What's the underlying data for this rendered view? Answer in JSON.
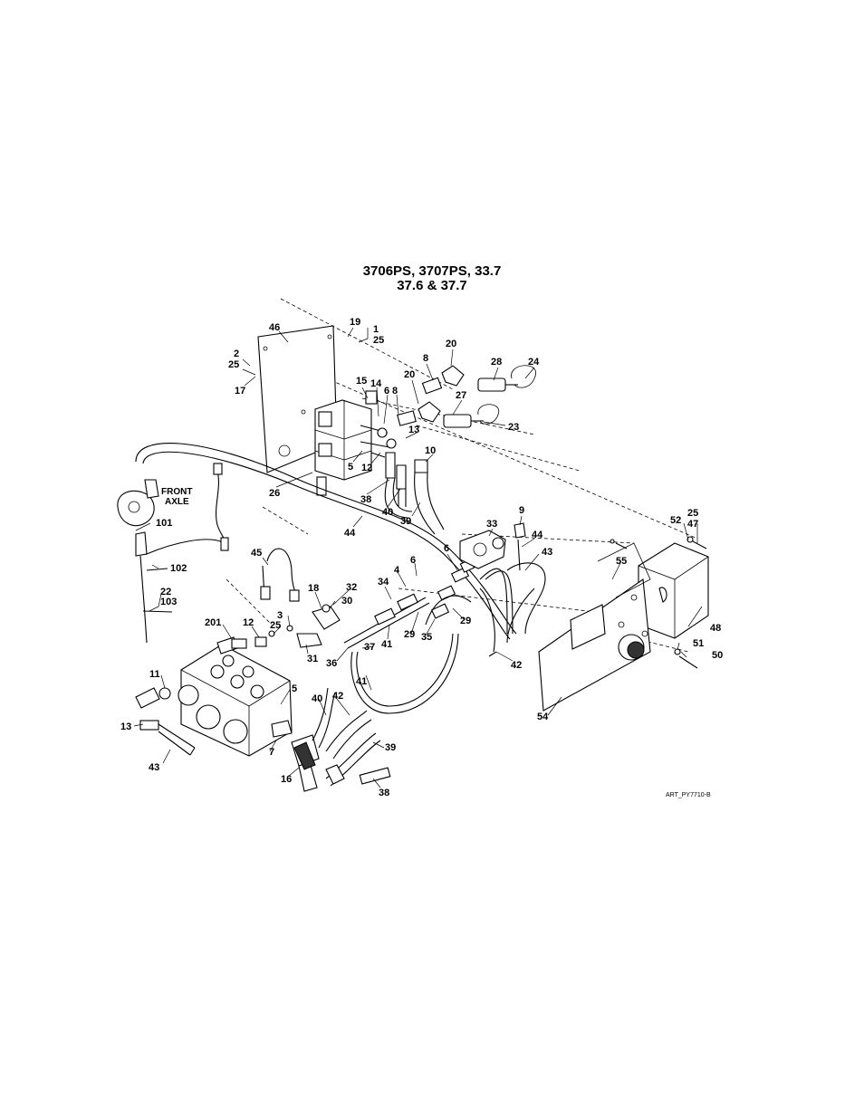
{
  "title": {
    "line1": "3706PS, 3707PS, 33.7",
    "line2": "37.6 & 37.7"
  },
  "art_code": "ART_PY7710-B",
  "front_axle": {
    "line1": "FRONT",
    "line2": "AXLE"
  },
  "callouts": [
    {
      "id": "c46",
      "text": "46"
    },
    {
      "id": "c19",
      "text": "19"
    },
    {
      "id": "c1",
      "text": "1"
    },
    {
      "id": "c25a",
      "text": "25"
    },
    {
      "id": "c20a",
      "text": "20"
    },
    {
      "id": "c2",
      "text": "2"
    },
    {
      "id": "c25b",
      "text": "25"
    },
    {
      "id": "c8a",
      "text": "8"
    },
    {
      "id": "c28",
      "text": "28"
    },
    {
      "id": "c24",
      "text": "24"
    },
    {
      "id": "c17",
      "text": "17"
    },
    {
      "id": "c15",
      "text": "15"
    },
    {
      "id": "c20b",
      "text": "20"
    },
    {
      "id": "c14",
      "text": "14"
    },
    {
      "id": "c6a",
      "text": "6"
    },
    {
      "id": "c8b",
      "text": "8"
    },
    {
      "id": "c27",
      "text": "27"
    },
    {
      "id": "c13a",
      "text": "13"
    },
    {
      "id": "c23",
      "text": "23"
    },
    {
      "id": "c10",
      "text": "10"
    },
    {
      "id": "c5a",
      "text": "5"
    },
    {
      "id": "c12a",
      "text": "12"
    },
    {
      "id": "c26",
      "text": "26"
    },
    {
      "id": "c38a",
      "text": "38"
    },
    {
      "id": "c40a",
      "text": "40"
    },
    {
      "id": "c39a",
      "text": "39"
    },
    {
      "id": "c44a",
      "text": "44"
    },
    {
      "id": "c9",
      "text": "9"
    },
    {
      "id": "c33",
      "text": "33"
    },
    {
      "id": "c44b",
      "text": "44"
    },
    {
      "id": "c25c",
      "text": "25"
    },
    {
      "id": "c52",
      "text": "52"
    },
    {
      "id": "c47",
      "text": "47"
    },
    {
      "id": "c101",
      "text": "101"
    },
    {
      "id": "c45",
      "text": "45"
    },
    {
      "id": "c6b",
      "text": "6"
    },
    {
      "id": "c43a",
      "text": "43"
    },
    {
      "id": "c6c",
      "text": "6"
    },
    {
      "id": "c4",
      "text": "4"
    },
    {
      "id": "c55",
      "text": "55"
    },
    {
      "id": "c102",
      "text": "102"
    },
    {
      "id": "c34",
      "text": "34"
    },
    {
      "id": "c18",
      "text": "18"
    },
    {
      "id": "c32",
      "text": "32"
    },
    {
      "id": "c22",
      "text": "22"
    },
    {
      "id": "c103",
      "text": "103"
    },
    {
      "id": "c30",
      "text": "30"
    },
    {
      "id": "c3",
      "text": "3"
    },
    {
      "id": "c201",
      "text": "201"
    },
    {
      "id": "c12b",
      "text": "12"
    },
    {
      "id": "c25d",
      "text": "25"
    },
    {
      "id": "c29a",
      "text": "29"
    },
    {
      "id": "c48",
      "text": "48"
    },
    {
      "id": "c41a",
      "text": "41"
    },
    {
      "id": "c29b",
      "text": "29"
    },
    {
      "id": "c35",
      "text": "35"
    },
    {
      "id": "c31",
      "text": "31"
    },
    {
      "id": "c36",
      "text": "36"
    },
    {
      "id": "c37",
      "text": "37"
    },
    {
      "id": "c51",
      "text": "51"
    },
    {
      "id": "c50",
      "text": "50"
    },
    {
      "id": "c42a",
      "text": "42"
    },
    {
      "id": "c11",
      "text": "11"
    },
    {
      "id": "c41b",
      "text": "41"
    },
    {
      "id": "c5b",
      "text": "5"
    },
    {
      "id": "c40b",
      "text": "40"
    },
    {
      "id": "c42b",
      "text": "42"
    },
    {
      "id": "c13b",
      "text": "13"
    },
    {
      "id": "c39b",
      "text": "39"
    },
    {
      "id": "c7",
      "text": "7"
    },
    {
      "id": "c54",
      "text": "54"
    },
    {
      "id": "c43b",
      "text": "43"
    },
    {
      "id": "c16",
      "text": "16"
    },
    {
      "id": "c38b",
      "text": "38"
    }
  ]
}
